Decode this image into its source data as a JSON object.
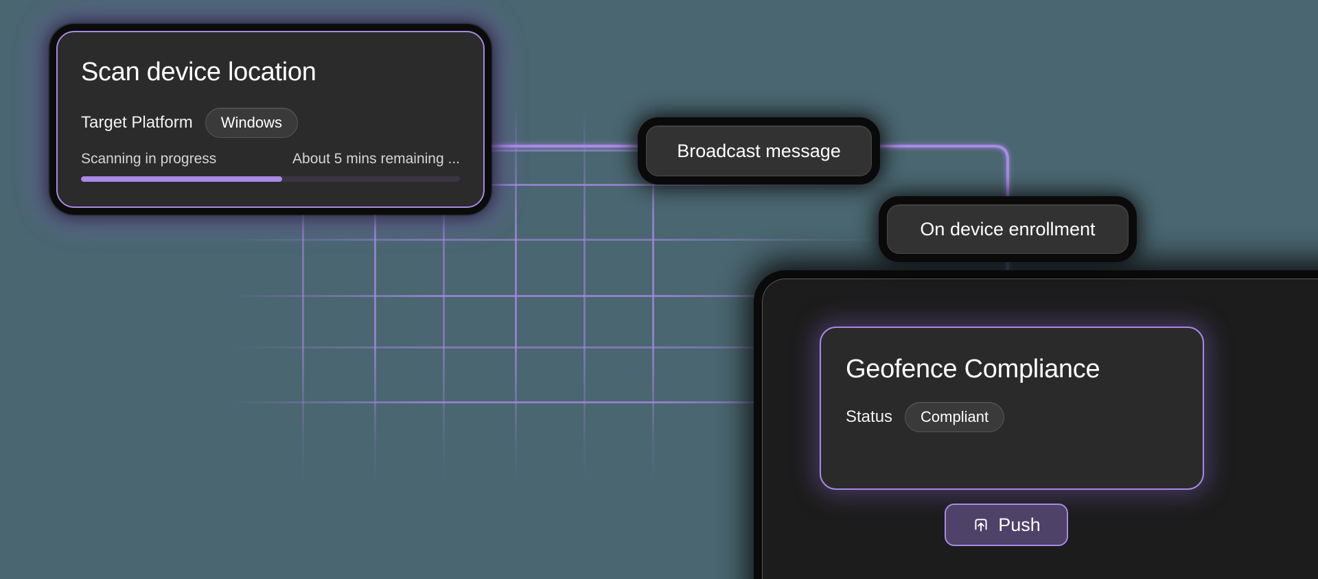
{
  "theme": {
    "background": "#4a6670",
    "accent": "#a98ae6",
    "card_bg": "#2b2b2b",
    "panel_bg": "#1c1c1c",
    "chip_bg": "#3a3a3a",
    "push_bg": "#4e4268"
  },
  "scan_card": {
    "title": "Scan device location",
    "field_label": "Target Platform",
    "field_value": "Windows",
    "progress_label": "Scanning in progress",
    "progress_eta": "About 5 mins remaining ...",
    "progress_percent": 53
  },
  "nodes": [
    {
      "id": "broadcast",
      "label": "Broadcast message"
    },
    {
      "id": "enrollment",
      "label": "On device enrollment"
    }
  ],
  "geofence_card": {
    "title": "Geofence Compliance",
    "field_label": "Status",
    "field_value": "Compliant"
  },
  "push_button": {
    "label": "Push",
    "icon": "push-upload-icon"
  },
  "grid": {
    "columns": [
      440,
      545,
      645,
      750,
      850,
      950
    ],
    "rows": [
      218,
      268,
      348,
      430,
      505,
      585
    ],
    "color": "#a98ae6"
  }
}
